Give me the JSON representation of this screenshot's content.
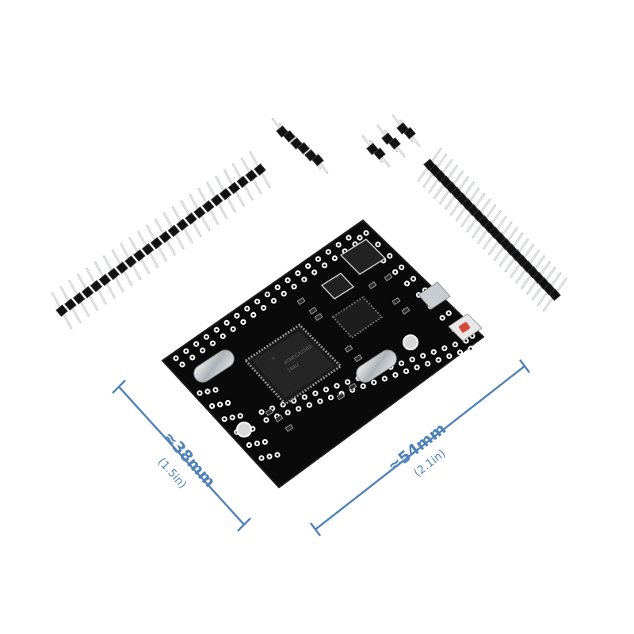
{
  "dimensions": {
    "width": {
      "value": "≈54mm",
      "sub": "(2.1in)"
    },
    "height": {
      "value": "≈38mm",
      "sub": "(1.5in)"
    }
  },
  "colors": {
    "background": "#ffffff",
    "pcb": "#0b0b0b",
    "silk": "#ffffff",
    "dimension": "#4f82b8",
    "reset_button": "#d9493a",
    "crystal": "#c9ccd0",
    "pin_metal": "#d2d4d6"
  }
}
